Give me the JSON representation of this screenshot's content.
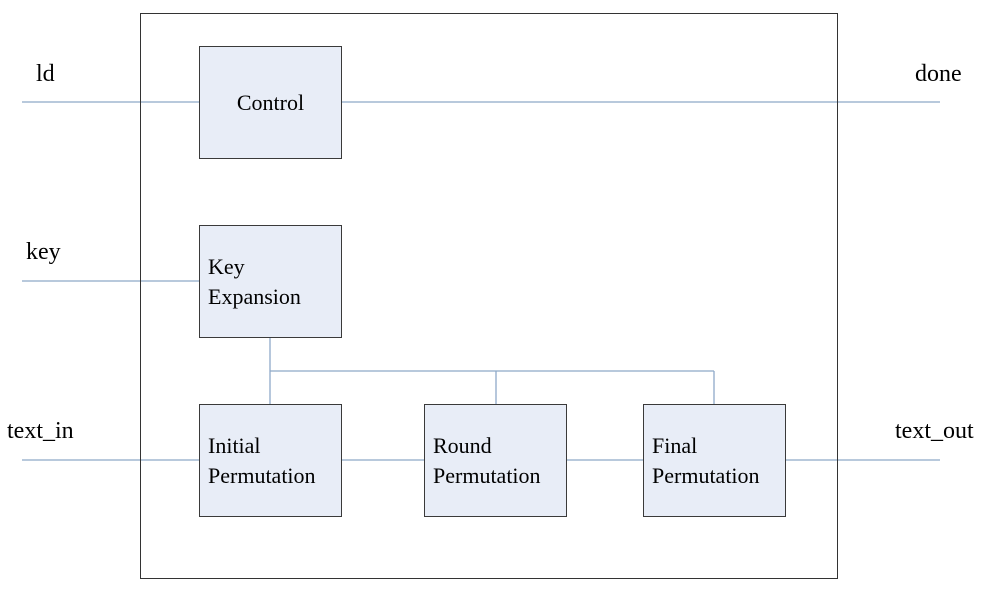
{
  "ports": {
    "ld": "ld",
    "key": "key",
    "text_in": "text_in",
    "done": "done",
    "text_out": "text_out"
  },
  "blocks": {
    "control": "Control",
    "key_expansion": [
      "Key",
      "Expansion"
    ],
    "initial_permutation": [
      "Initial",
      "Permutation"
    ],
    "round_permutation": [
      "Round",
      "Permutation"
    ],
    "final_permutation": [
      "Final",
      "Permutation"
    ]
  },
  "colors": {
    "block_fill": "#e8edf7",
    "wire": "#8ea9c8",
    "border": "#333333"
  }
}
